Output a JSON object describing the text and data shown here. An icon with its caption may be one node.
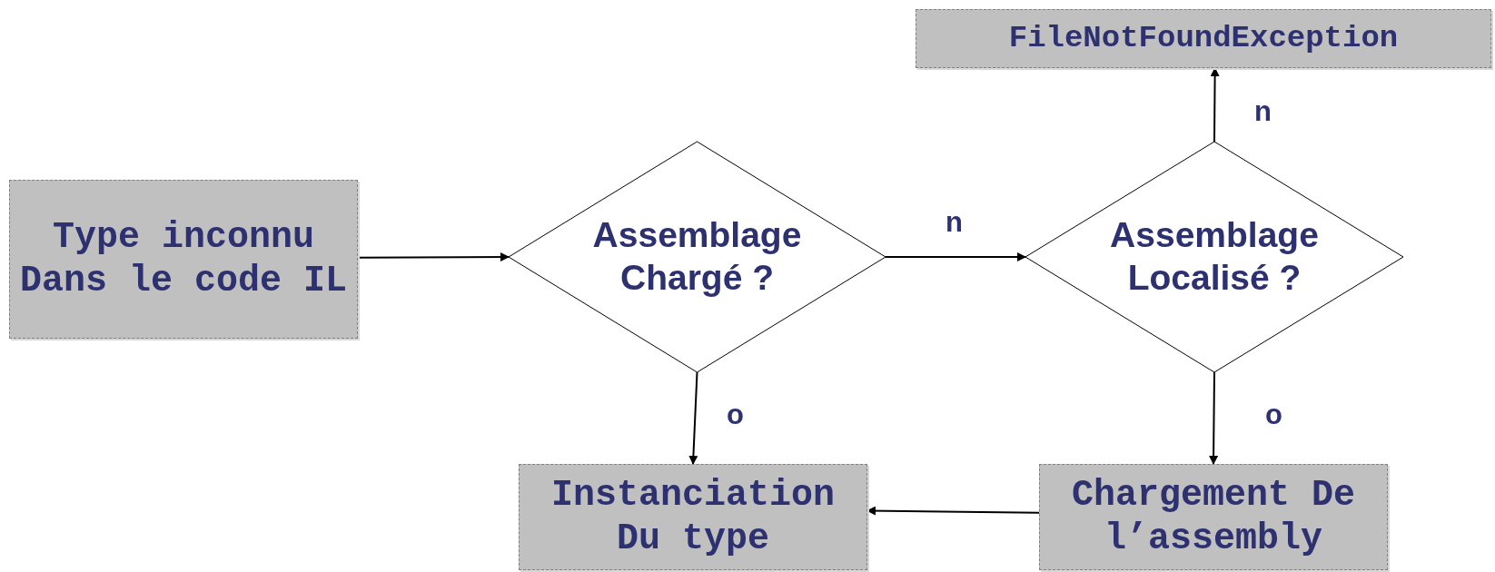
{
  "diagram": {
    "nodes": [
      {
        "text": [
          "Type inconnu Dans le code IL"
        ]
      },
      {
        "text": [
          "Assemblage Chargé ?"
        ]
      },
      {
        "text": [
          "Assemblage Localisé ?"
        ]
      },
      {
        "text": [
          "FileNotFoundException"
        ]
      },
      {
        "text": [
          "Instanciation Du type"
        ]
      },
      {
        "text": [
          "Chargement De l’assembly"
        ]
      }
    ],
    "edges": [
      {
        "from": 0,
        "to": 1,
        "arrow": "to"
      },
      {
        "from": 1,
        "to": 2,
        "arrow": "to",
        "label": "n"
      },
      {
        "from": 2,
        "to": 3,
        "arrow": "to",
        "label": "n"
      },
      {
        "from": 1,
        "to": 4,
        "arrow": "to",
        "label": "o"
      },
      {
        "from": 2,
        "to": 5,
        "arrow": "to",
        "label": "o"
      },
      {
        "from": 5,
        "to": 4,
        "arrow": "to"
      }
    ]
  }
}
